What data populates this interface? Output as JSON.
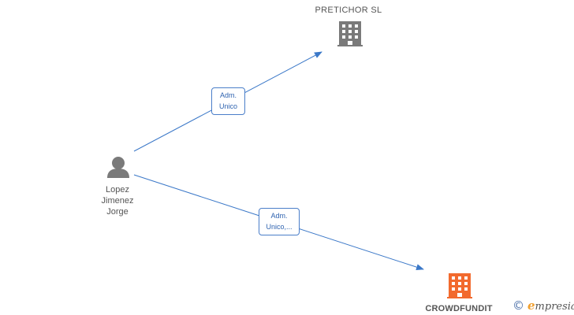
{
  "nodes": {
    "company_top": {
      "name": "PRETICHOR  SL",
      "icon": "building-icon",
      "color": "#7a7a7a"
    },
    "company_bottom": {
      "name": "CROWDFUNDIT",
      "icon": "building-icon",
      "color": "#f26a2e"
    },
    "person": {
      "name_lines": [
        "Lopez",
        "Jimenez",
        "Jorge"
      ],
      "icon": "person-icon",
      "color": "#7a7a7a"
    }
  },
  "edges": [
    {
      "from": "person",
      "to": "company_top",
      "label_lines": [
        "Adm.",
        "Unico"
      ]
    },
    {
      "from": "person",
      "to": "company_bottom",
      "label_lines": [
        "Adm.",
        "Unico,..."
      ]
    }
  ],
  "colors": {
    "edge": "#3b78c8",
    "edge_text": "#2f63b0"
  },
  "branding": {
    "copyright": "©",
    "initial": "e",
    "rest": "mpresia"
  }
}
